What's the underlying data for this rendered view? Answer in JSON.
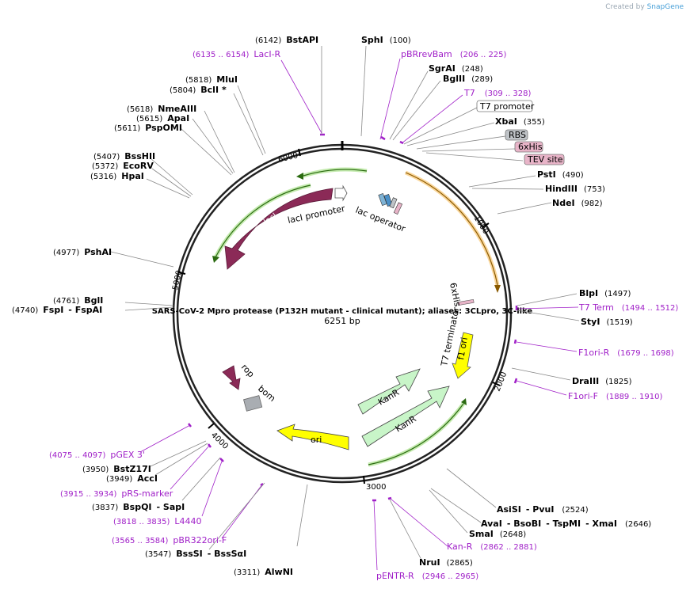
{
  "credit": {
    "created_by": "Created by",
    "brand": "SnapGene"
  },
  "plasmid": {
    "name": "SARS-CoV-2 Mpro protease (P132H mutant - clinical mutant); aliases: 3CLpro, 3C-like",
    "length": "6251 bp"
  },
  "ticks": [
    "1000",
    "2000",
    "3000",
    "4000",
    "5000",
    "6000"
  ],
  "enzymes": {
    "bstapi": {
      "pos": "(6142)",
      "name": "BstAPI"
    },
    "sphi": {
      "pos": "(100)",
      "name": "SphI"
    },
    "sgrai": {
      "pos": "(248)",
      "name": "SgrAI"
    },
    "bglii": {
      "pos": "(289)",
      "name": "BglII"
    },
    "xbai": {
      "pos": "(355)",
      "name": "XbaI"
    },
    "psti": {
      "pos": "(490)",
      "name": "PstI"
    },
    "hindiii": {
      "pos": "(753)",
      "name": "HindIII"
    },
    "ndei": {
      "pos": "(982)",
      "name": "NdeI"
    },
    "blpi": {
      "pos": "(1497)",
      "name": "BlpI"
    },
    "styi": {
      "pos": "(1519)",
      "name": "StyI"
    },
    "draiii": {
      "pos": "(1825)",
      "name": "DraIII"
    },
    "asisi": {
      "name": "AsiSI",
      "name2": "- PvuI",
      "pos": "(2524)"
    },
    "avai": {
      "name": "AvaI",
      "name2": "- BsoBI",
      "name3": "- TspMI",
      "name4": "- XmaI",
      "pos": "(2646)"
    },
    "smai": {
      "name": "SmaI",
      "pos": "(2648)"
    },
    "nrui": {
      "name": "NruI",
      "pos": "(2865)"
    },
    "alwni": {
      "pos": "(3311)",
      "name": "AlwNI"
    },
    "bsssi": {
      "pos": "(3547)",
      "name": "BssSI",
      "name2": "- BssSαI"
    },
    "bspqi": {
      "pos": "(3837)",
      "name": "BspQI",
      "name2": "- SapI"
    },
    "acci": {
      "pos": "(3949)",
      "name": "AccI"
    },
    "bstz17i": {
      "pos": "(3950)",
      "name": "BstZ17I"
    },
    "fspi": {
      "pos": "(4740)",
      "name": "FspI",
      "name2": "- FspAI"
    },
    "bgli": {
      "pos": "(4761)",
      "name": "BglI"
    },
    "pshai": {
      "pos": "(4977)",
      "name": "PshAI"
    },
    "hpai": {
      "pos": "(5316)",
      "name": "HpaI"
    },
    "ecorv": {
      "pos": "(5372)",
      "name": "EcoRV"
    },
    "bsshii": {
      "pos": "(5407)",
      "name": "BssHII"
    },
    "pspomi": {
      "pos": "(5611)",
      "name": "PspOMI"
    },
    "apai": {
      "pos": "(5615)",
      "name": "ApaI"
    },
    "nmeaiii": {
      "pos": "(5618)",
      "name": "NmeAIII"
    },
    "bcli": {
      "pos": "(5804)",
      "name": "BclI",
      "star": "*"
    },
    "mlui": {
      "pos": "(5818)",
      "name": "MluI"
    }
  },
  "primers": {
    "laci_r": {
      "pos": "(6135 .. 6154)",
      "name": "LacI-R"
    },
    "pbrrevbam": {
      "name": "pBRrevBam",
      "pos": "(206 .. 225)"
    },
    "t7": {
      "name": "T7",
      "pos": "(309 .. 328)"
    },
    "t7_term": {
      "name": "T7 Term",
      "pos": "(1494 .. 1512)"
    },
    "f1ori_r": {
      "name": "F1ori-R",
      "pos": "(1679 .. 1698)"
    },
    "f1ori_f": {
      "name": "F1ori-F",
      "pos": "(1889 .. 1910)"
    },
    "kan_r": {
      "name": "Kan-R",
      "pos": "(2862 .. 2881)"
    },
    "pentr_r": {
      "name": "pENTR-R",
      "pos": "(2946 .. 2965)"
    },
    "pbr322ori_f": {
      "pos": "(3565 .. 3584)",
      "name": "pBR322ori-F"
    },
    "l4440": {
      "pos": "(3818 .. 3835)",
      "name": "L4440"
    },
    "prs_marker": {
      "pos": "(3915 .. 3934)",
      "name": "pRS-marker"
    },
    "pgex3": {
      "pos": "(4075 .. 4097)",
      "name": "pGEX 3'"
    }
  },
  "features": {
    "t7_promoter": "T7 promoter",
    "rbs": "RBS",
    "his6": "6xHis",
    "tev": "TEV site",
    "laci": "lacI",
    "laci_promoter": "lacI promoter",
    "lac_operator": "lac operator",
    "his6_inner": "6xHis",
    "t7_terminator": "T7 terminator",
    "f1_ori": "f1 ori",
    "kanr1": "KanR",
    "kanr2": "KanR",
    "ori": "ori",
    "rop": "rop",
    "bom": "bom"
  },
  "colors": {
    "laci": "#8b2a57",
    "kanr": "#c8f5c8",
    "ori": "#ffff00",
    "mpro": "#f5a623",
    "primer": "#a020c8",
    "rbs_box": "#bfc3c7",
    "his_box": "#e8b4c8"
  }
}
